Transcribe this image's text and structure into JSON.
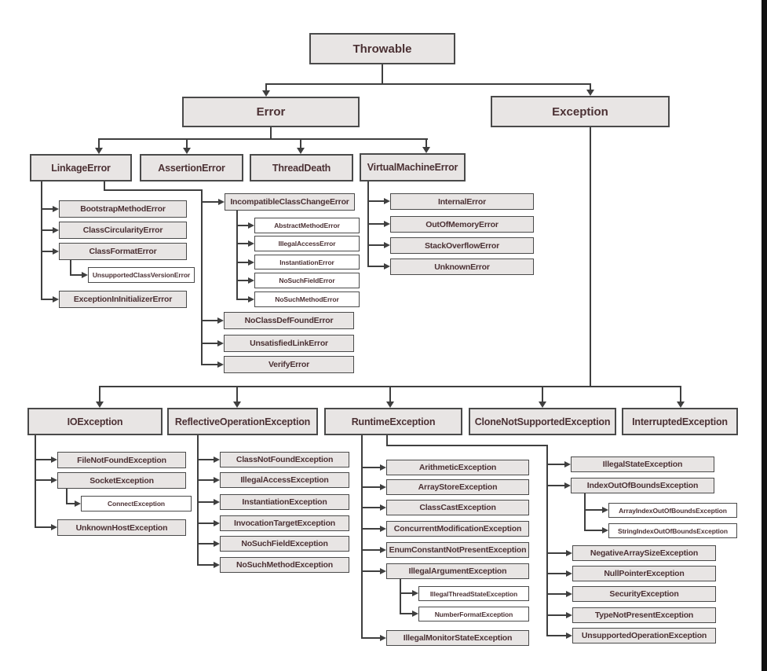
{
  "diagram_title": "Java Throwable class hierarchy",
  "colors": {
    "background": "#ffffff",
    "box_fill": "#e8e5e4",
    "box_border": "#4a4a4a",
    "label_color": "#4b3134",
    "line_color": "#3f3f3f",
    "tier3_fill": "#ffffff",
    "edge_bar": "#111111"
  },
  "nodes": {
    "throwable": "Throwable",
    "error": "Error",
    "exception": "Exception",
    "linkageError": "LinkageError",
    "assertionError": "AssertionError",
    "threadDeath": "ThreadDeath",
    "virtualMachineError": "VirtualMachineError",
    "bootstrapMethodError": "BootstrapMethodError",
    "classCircularityError": "ClassCircularityError",
    "classFormatError": "ClassFormatError",
    "unsupportedClassVersionError": "UnsupportedClassVersionError",
    "exceptionInInitializerError": "ExceptionInInitializerError",
    "incompatibleClassChangeError": "IncompatibleClassChangeError",
    "abstractMethodError": "AbstractMethodError",
    "illegalAccessError": "IllegalAccessError",
    "instantiationError": "InstantiationError",
    "noSuchFieldError": "NoSuchFieldError",
    "noSuchMethodError": "NoSuchMethodError",
    "noClassDefFoundError": "NoClassDefFoundError",
    "unsatisfiedLinkError": "UnsatisfiedLinkError",
    "verifyError": "VerifyError",
    "internalError": "InternalError",
    "outOfMemoryError": "OutOfMemoryError",
    "stackOverflowError": "StackOverflowError",
    "unknownError": "UnknownError",
    "ioException": "IOException",
    "reflectiveOperationException": "ReflectiveOperationException",
    "runtimeException": "RuntimeException",
    "cloneNotSupportedException": "CloneNotSupportedException",
    "interruptedException": "InterruptedException",
    "fileNotFoundException": "FileNotFoundException",
    "socketException": "SocketException",
    "connectException": "ConnectException",
    "unknownHostException": "UnknownHostException",
    "classNotFoundException": "ClassNotFoundException",
    "illegalAccessException": "IllegalAccessException",
    "instantiationException": "InstantiationException",
    "invocationTargetException": "InvocationTargetException",
    "noSuchFieldException": "NoSuchFieldException",
    "noSuchMethodException": "NoSuchMethodException",
    "arithmeticException": "ArithmeticException",
    "arrayStoreException": "ArrayStoreException",
    "classCastException": "ClassCastException",
    "concurrentModificationException": "ConcurrentModificationException",
    "enumConstantNotPresentException": "EnumConstantNotPresentException",
    "illegalArgumentException": "IllegalArgumentException",
    "illegalThreadStateException": "IllegalThreadStateException",
    "numberFormatException": "NumberFormatException",
    "illegalMonitorStateException": "IllegalMonitorStateException",
    "illegalStateException": "IllegalStateException",
    "indexOutOfBoundsException": "IndexOutOfBoundsException",
    "arrayIndexOutOfBoundsException": "ArrayIndexOutOfBoundsException",
    "stringIndexOutOfBoundsException": "StringIndexOutOfBoundsException",
    "negativeArraySizeException": "NegativeArraySizeException",
    "nullPointerException": "NullPointerException",
    "securityException": "SecurityException",
    "typeNotPresentException": "TypeNotPresentException",
    "unsupportedOperationException": "UnsupportedOperationException"
  },
  "tree": {
    "throwable": [
      "error",
      "exception"
    ],
    "error": [
      "linkageError",
      "assertionError",
      "threadDeath",
      "virtualMachineError"
    ],
    "linkageError": [
      "bootstrapMethodError",
      "classCircularityError",
      "classFormatError",
      "exceptionInInitializerError",
      "incompatibleClassChangeError",
      "noClassDefFoundError",
      "unsatisfiedLinkError",
      "verifyError"
    ],
    "classFormatError": [
      "unsupportedClassVersionError"
    ],
    "incompatibleClassChangeError": [
      "abstractMethodError",
      "illegalAccessError",
      "instantiationError",
      "noSuchFieldError",
      "noSuchMethodError"
    ],
    "virtualMachineError": [
      "internalError",
      "outOfMemoryError",
      "stackOverflowError",
      "unknownError"
    ],
    "exception": [
      "ioException",
      "reflectiveOperationException",
      "runtimeException",
      "cloneNotSupportedException",
      "interruptedException"
    ],
    "ioException": [
      "fileNotFoundException",
      "socketException",
      "unknownHostException"
    ],
    "socketException": [
      "connectException"
    ],
    "reflectiveOperationException": [
      "classNotFoundException",
      "illegalAccessException",
      "instantiationException",
      "invocationTargetException",
      "noSuchFieldException",
      "noSuchMethodException"
    ],
    "runtimeException": [
      "arithmeticException",
      "arrayStoreException",
      "classCastException",
      "concurrentModificationException",
      "enumConstantNotPresentException",
      "illegalArgumentException",
      "illegalMonitorStateException",
      "illegalStateException",
      "indexOutOfBoundsException",
      "negativeArraySizeException",
      "nullPointerException",
      "securityException",
      "typeNotPresentException",
      "unsupportedOperationException"
    ],
    "illegalArgumentException": [
      "illegalThreadStateException",
      "numberFormatException"
    ],
    "indexOutOfBoundsException": [
      "arrayIndexOutOfBoundsException",
      "stringIndexOutOfBoundsException"
    ]
  }
}
